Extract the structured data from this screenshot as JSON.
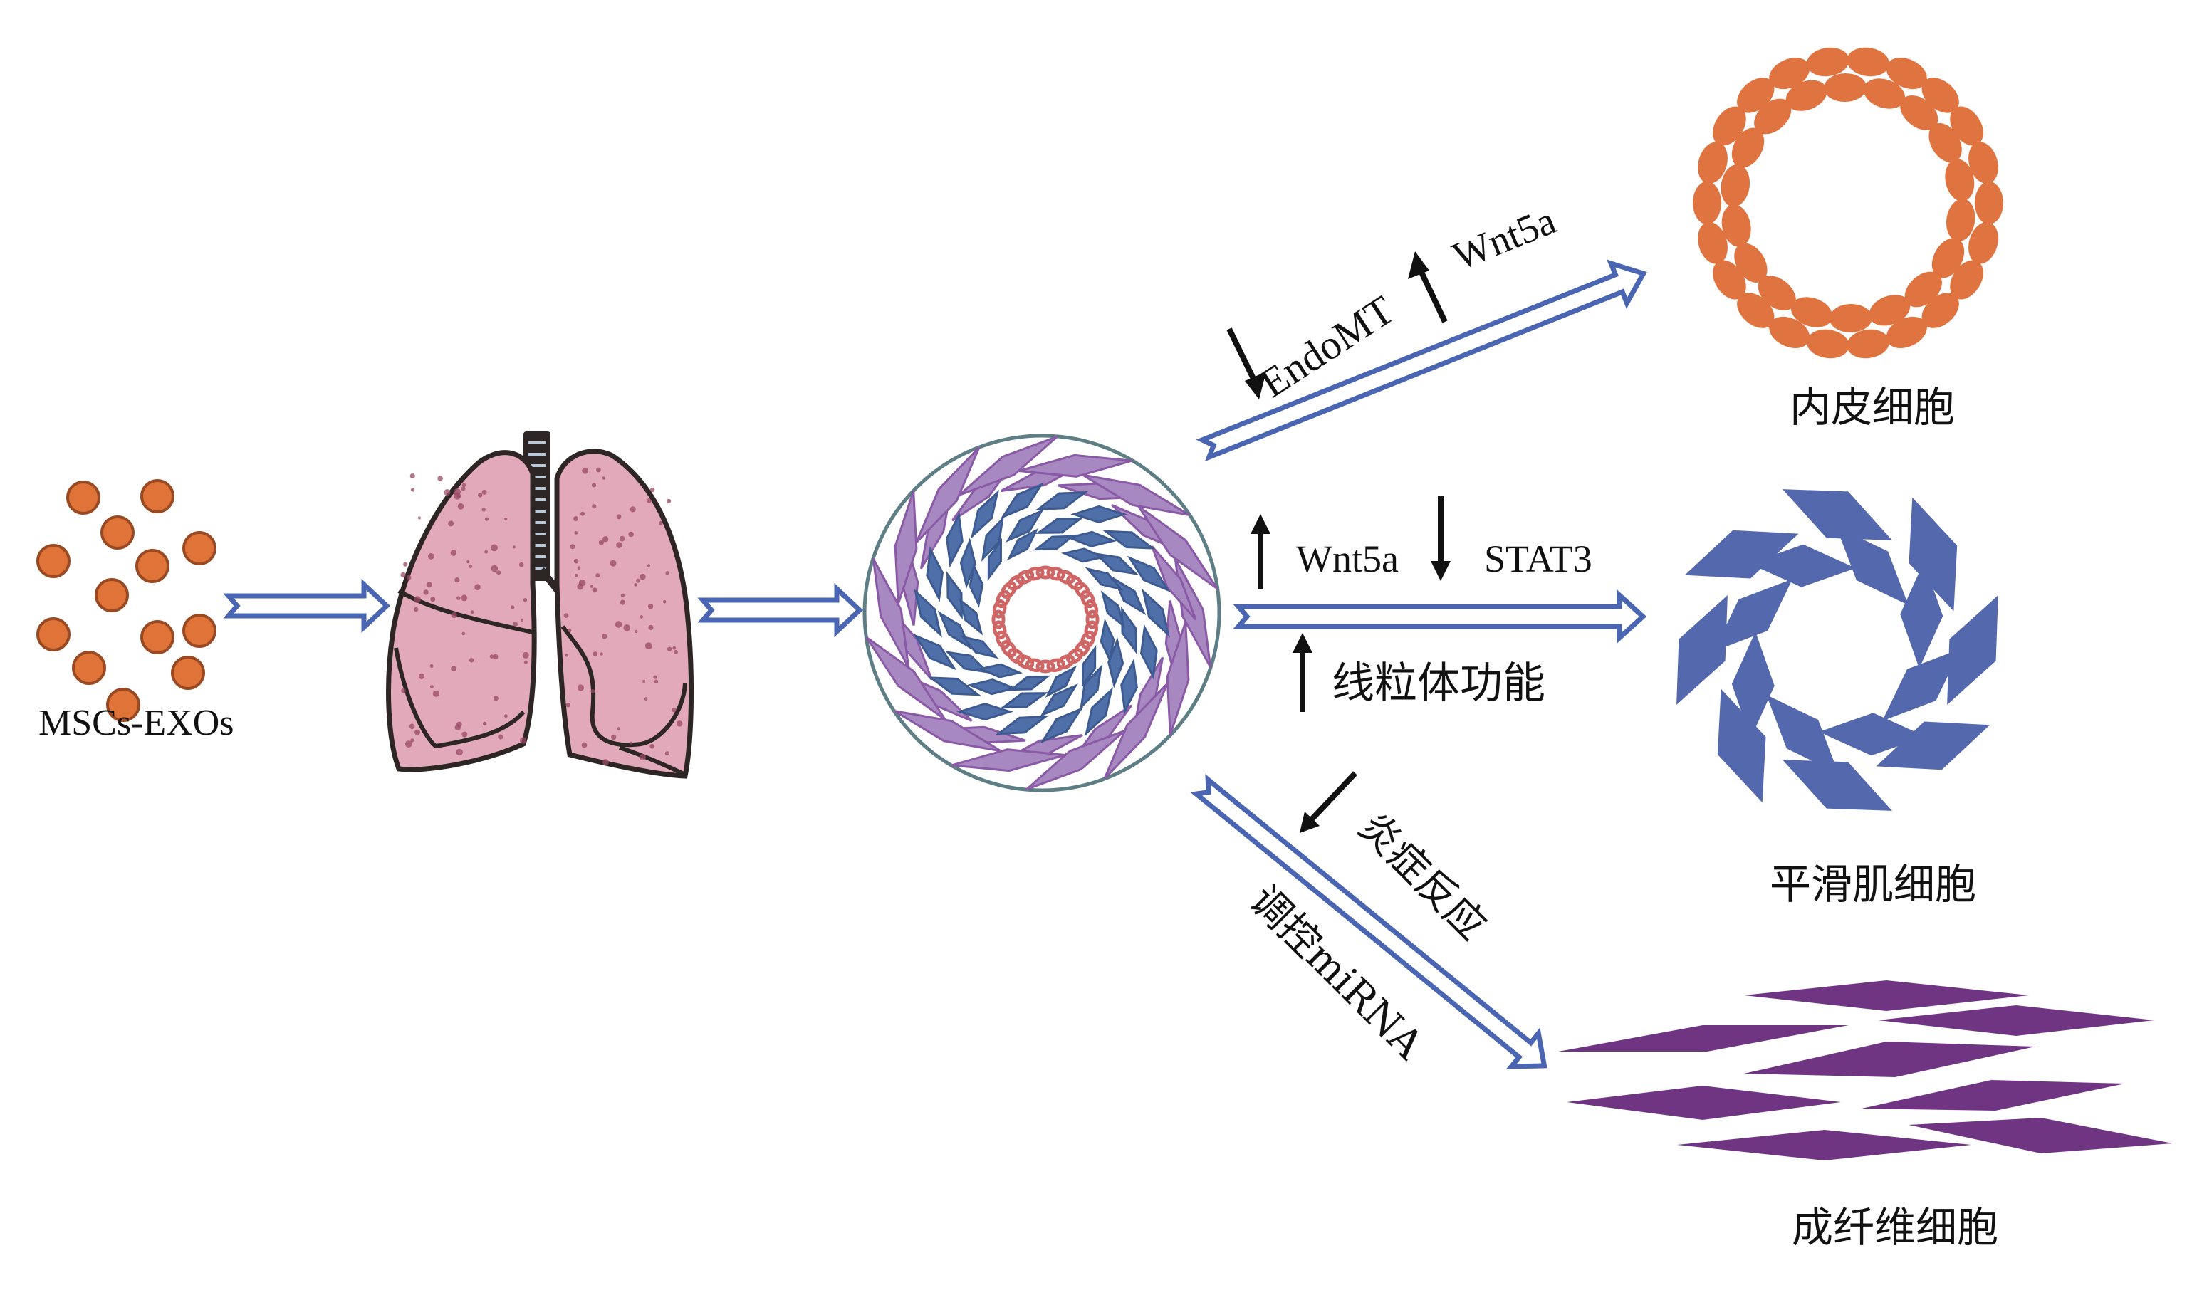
{
  "figure": {
    "type": "schematic",
    "colors": {
      "exosome_fill": "#e07338",
      "exosome_stroke": "#9a4a22",
      "lung_fill": "#e2a9ba",
      "lung_stroke": "#2d2624",
      "lung_speckle": "#9a4a66",
      "trachea": "#2d2624",
      "trachea_rings": "#b8c8d8",
      "arrow_outline": "#4a66b3",
      "vessel_outline": "#5e7e86",
      "vessel_adventitia": "#a888c0",
      "vessel_adventitia_stroke": "#8a5aa6",
      "vessel_media": "#4f6fa8",
      "vessel_media_stroke": "#3d5b90",
      "vessel_intima": "#d06565",
      "endothelial_cell": "#e07440",
      "smooth_muscle_cell": "#5468ad",
      "fibroblast": "#6f3583",
      "regulation_arrow": "#111111"
    }
  },
  "source": {
    "label": "MSCs-EXOs",
    "icon": "exosome-particles"
  },
  "organ": {
    "icon": "lungs-icon"
  },
  "vessel": {
    "icon": "pulmonary-vessel-cross-section"
  },
  "targets": [
    {
      "id": "endothelial",
      "label": "内皮细胞",
      "icon": "endothelial-cell-ring"
    },
    {
      "id": "smooth-muscle",
      "label": "平滑肌细胞",
      "icon": "smooth-muscle-cell-ring"
    },
    {
      "id": "fibroblast",
      "label": "成纤维细胞",
      "icon": "fibroblast-cells"
    }
  ],
  "pathways": {
    "endothelial": {
      "effects": [
        {
          "direction": "down",
          "symbol": "↓",
          "text": "EndoMT"
        },
        {
          "direction": "up",
          "symbol": "↑",
          "text": "Wnt5a"
        }
      ]
    },
    "smooth_muscle": {
      "effects": [
        {
          "direction": "up",
          "symbol": "↑",
          "text": "Wnt5a"
        },
        {
          "direction": "down",
          "symbol": "↓",
          "text": "STAT3"
        },
        {
          "direction": "up",
          "symbol": "↑",
          "text": "线粒体功能"
        }
      ]
    },
    "fibroblast": {
      "effects": [
        {
          "direction": "down",
          "symbol": "↓",
          "text": "炎症反应"
        },
        {
          "direction": "none",
          "symbol": "",
          "text": "调控miRNA"
        }
      ]
    }
  }
}
